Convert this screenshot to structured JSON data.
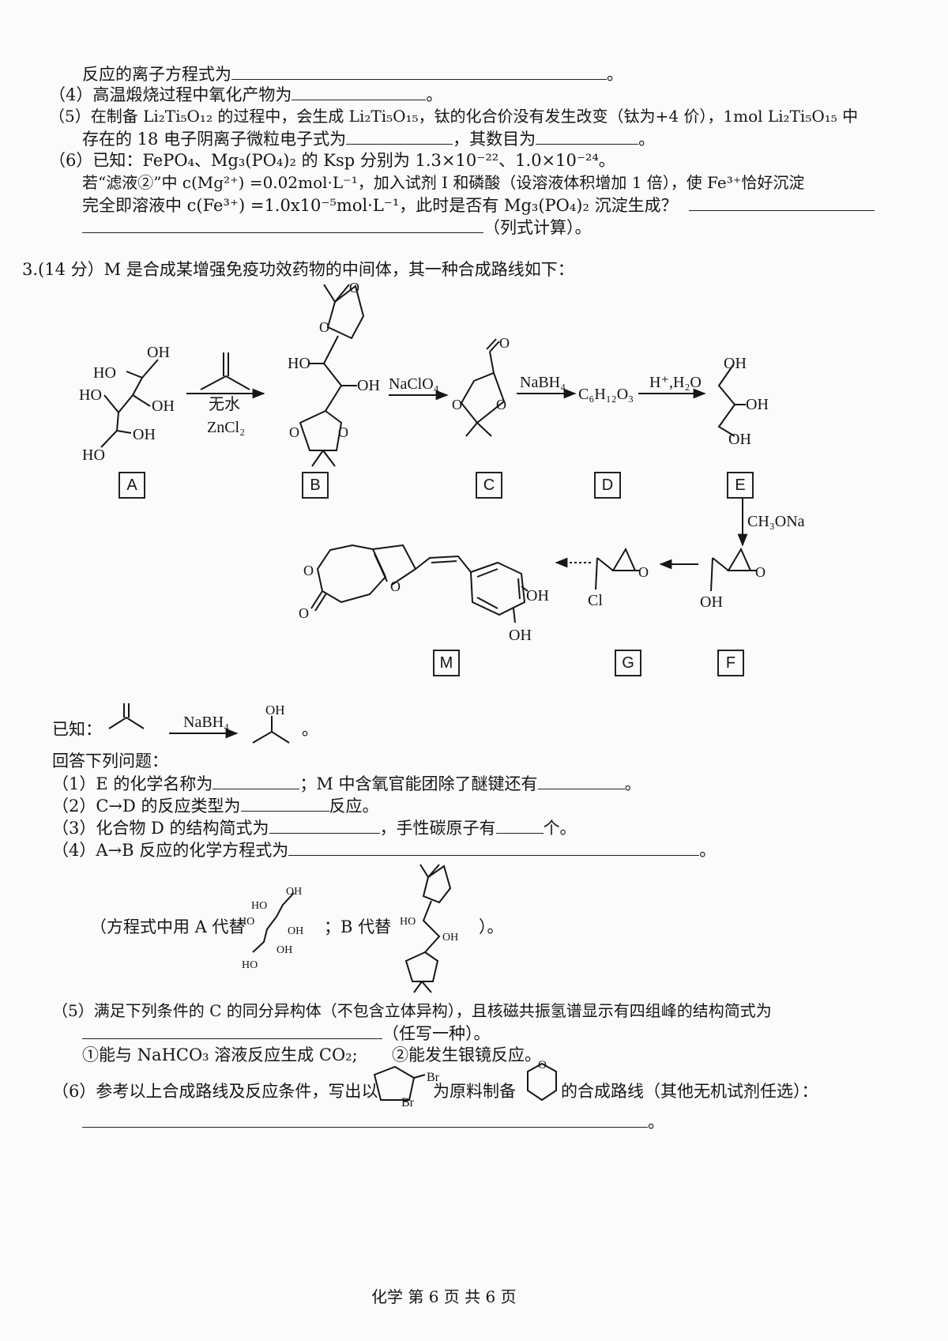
{
  "top_lines": {
    "l1_text": "反应的离子方程式为",
    "l1_end": "。",
    "q4_text": "（4）高温煅烧过程中氧化产物为",
    "q4_end": "。",
    "q5_line1": "（5）在制备 Li₂Ti₅O₁₂ 的过程中，会生成 Li₂Ti₅O₁₅，钛的化合价没有发生改变（钛为+4 价），1mol Li₂Ti₅O₁₅ 中",
    "q5_line2": "存在的 18 电子阴离子微粒电子式为",
    "q5_mid": "，其数目为",
    "q5_end": "。",
    "q6_line1": "（6）已知：FePO₄、Mg₃(PO₄)₂ 的 Ksp 分别为 1.3×10⁻²²、1.0×10⁻²⁴。",
    "q6_line2": "若“滤液②”中 c(Mg²⁺) =0.02mol·L⁻¹，加入试剂 I 和磷酸（设溶液体积增加 1 倍），使 Fe³⁺恰好沉淀",
    "q6_line3": "完全即溶液中 c(Fe³⁺) =1.0x10⁻⁵mol·L⁻¹，此时是否有 Mg₃(PO₄)₂ 沉淀生成？",
    "q6_line4_end": "（列式计算）。"
  },
  "q18": {
    "header": "(14 分）M 是合成某增强免疫功效药物的中间体，其一种合成路线如下：",
    "number_fragment": "3.",
    "labels": [
      "A",
      "B",
      "C",
      "D",
      "E",
      "F",
      "G",
      "M"
    ],
    "reagents": {
      "ab_top": "无水",
      "ab_bottom": "ZnCl₂",
      "bc": "NaClO₄",
      "cd": "NaBH₄",
      "d_formula": "C₆H₁₂O₃",
      "de": "H⁺,H₂O",
      "ef": "CH₃ONa"
    },
    "atoms": {
      "oh": "OH",
      "ho": "HO",
      "o": "O",
      "cl": "Cl",
      "br": "Br"
    },
    "known_label": "已知：",
    "known_reagent": "NaBH₄",
    "known_end": "。",
    "answer_header": "回答下列问题：",
    "a1_text": "（1）E 的化学名称为",
    "a1_mid": "；M 中含氧官能团除了醚键还有",
    "a1_end": "。",
    "a2_text": "（2）C→D 的反应类型为",
    "a2_end": "反应。",
    "a3_text": "（3）化合物 D 的结构简式为",
    "a3_mid": "，手性碳原子有",
    "a3_end": "个。",
    "a4_text": "（4）A→B 反应的化学方程式为",
    "a4_end": "。",
    "a4_note_start": "（方程式中用 A 代替",
    "a4_note_mid": "；B 代替",
    "a4_note_end": "）。",
    "a5_text": "（5）满足下列条件的 C 的同分异构体（不包含立体异构），且核磁共振氢谱显示有四组峰的结构简式为",
    "a5_choice": "（任写一种）。",
    "a5_cond1": "①能与 NaHCO₃ 溶液反应生成 CO₂;",
    "a5_cond2": "②能发生银镜反应。",
    "a6_start": "（6）参考以上合成路线及反应条件，写出以",
    "a6_mid": "为原料制备",
    "a6_end": "的合成路线（其他无机试剂任选）：",
    "a6_final_end": "。"
  },
  "footer": "化学  第 6 页 共 6 页"
}
